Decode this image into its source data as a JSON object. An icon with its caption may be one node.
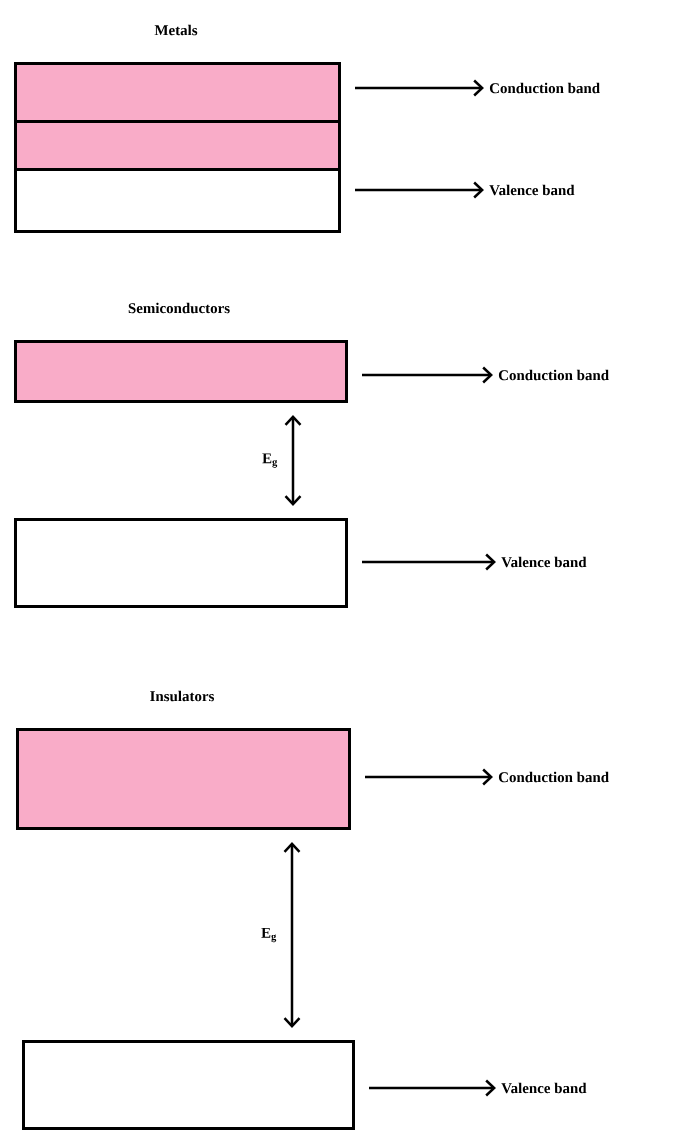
{
  "diagram": {
    "nodes": [
      {
        "text": [
          "Metals"
        ]
      },
      {
        "text": [],
        "shape": "box"
      },
      {
        "text": [],
        "shape": "box"
      },
      {
        "text": [
          "Conduction band"
        ]
      },
      {
        "text": [
          "Valence band"
        ]
      },
      {
        "text": [
          "Semiconductors"
        ]
      },
      {
        "text": [],
        "shape": "box"
      },
      {
        "text": [
          "Conduction band"
        ]
      },
      {
        "text": [
          "Valence band"
        ]
      },
      {
        "text": [
          "Insulators"
        ]
      },
      {
        "text": [],
        "shape": "box"
      },
      {
        "text": [
          "Conduction band"
        ]
      },
      {
        "text": [
          "Valence band"
        ]
      }
    ],
    "edges": [
      {
        "from": 0,
        "to": 3,
        "arrow": "to"
      },
      {
        "from": 2,
        "to": 4,
        "arrow": "to"
      },
      {
        "from": 5,
        "to": 7,
        "arrow": "to"
      },
      {
        "from": 6,
        "to": 8,
        "arrow": "to"
      },
      {
        "from": 5,
        "to": 6,
        "arrow": "both",
        "label": "E$_{g}$"
      },
      {
        "from": 9,
        "to": 11,
        "arrow": "to"
      },
      {
        "from": 10,
        "to": 12,
        "arrow": "to"
      },
      {
        "from": 9,
        "to": 10,
        "arrow": "both",
        "label": "E$_{g}$"
      }
    ]
  }
}
